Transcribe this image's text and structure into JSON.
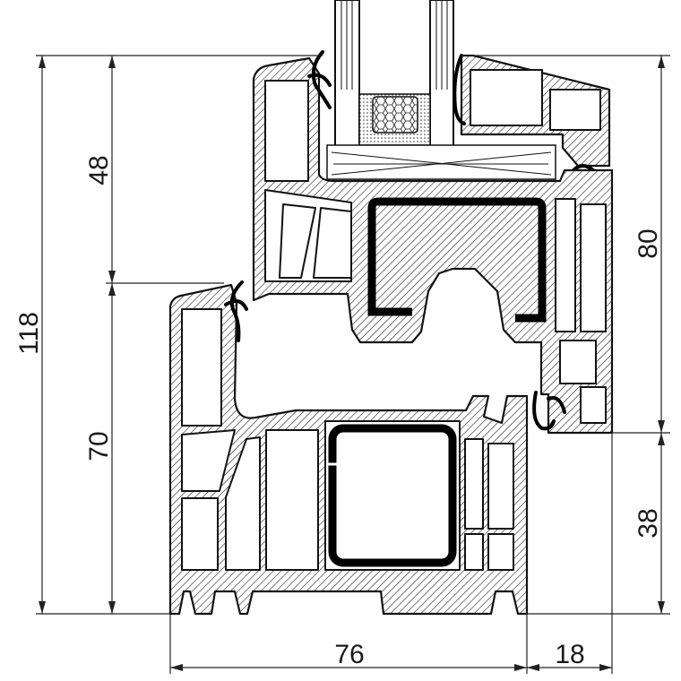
{
  "title": "Window profile cross-section",
  "dimensions": {
    "total_height": "118",
    "sash_upper": "48",
    "frame_height": "70",
    "sash_height": "80",
    "frame_lower": "38",
    "frame_width": "76",
    "overlap_width": "18"
  }
}
